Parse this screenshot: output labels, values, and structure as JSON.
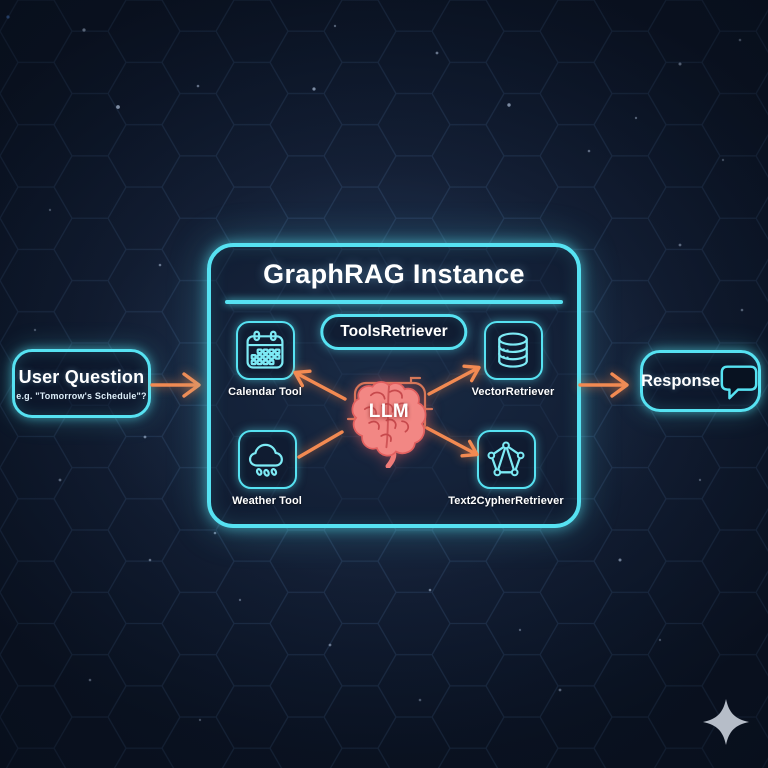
{
  "colors": {
    "background": "#0f1a2e",
    "neon_cyan": "#56e2f2",
    "arrow_orange": "#f28a52",
    "brain_pink": "#f28784",
    "brain_detail": "#c7494c",
    "sparkle_gray": "#b6bdc8",
    "text": "#ffffff"
  },
  "user_question": {
    "title": "User Question",
    "example": "e.g. \"Tomorrow's Schedule\"?"
  },
  "graphrag": {
    "title": "GraphRAG Instance",
    "tools_retriever_label": "ToolsRetriever",
    "llm_label": "LLM",
    "tools": [
      {
        "label": "Calendar Tool",
        "icon": "calendar-icon"
      },
      {
        "label": "VectorRetriever",
        "icon": "database-icon"
      },
      {
        "label": "Weather Tool",
        "icon": "cloud-rain-icon"
      },
      {
        "label": "Text2CypherRetriever",
        "icon": "graph-icon"
      }
    ]
  },
  "response": {
    "title": "Response",
    "icon": "speech-bubble-icon"
  },
  "logo": {
    "icon": "sparkle-icon"
  }
}
